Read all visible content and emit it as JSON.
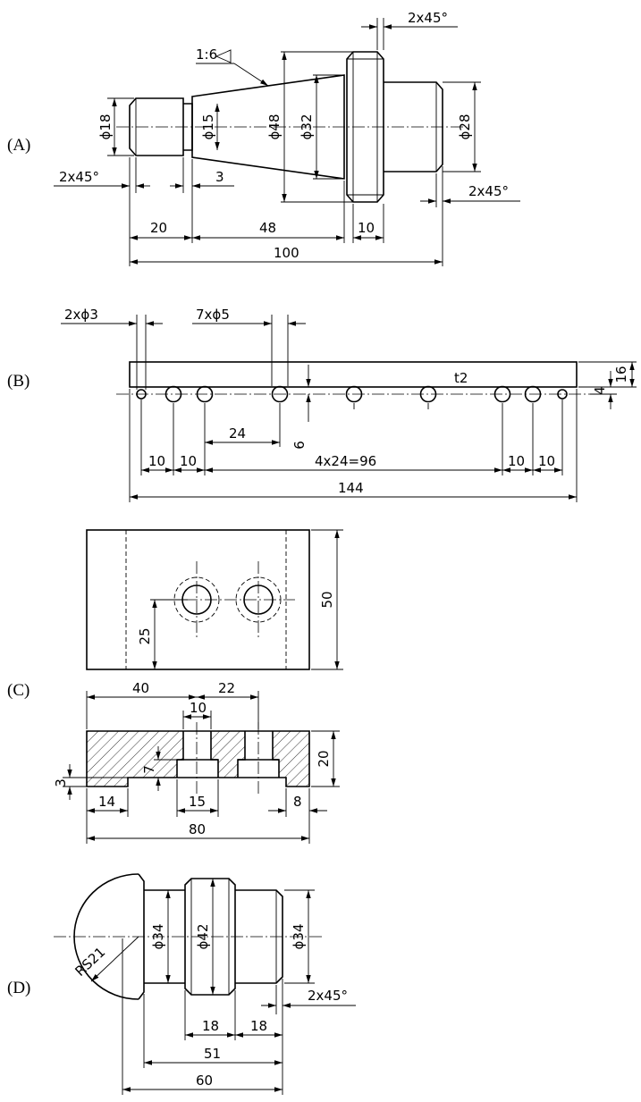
{
  "figures": [
    {
      "id": "A",
      "label": "(A)",
      "dims": {
        "chamfer_top": "2x45°",
        "taper": "1:6",
        "d18": "ϕ18",
        "d15": "ϕ15",
        "d48": "ϕ48",
        "d32": "ϕ32",
        "d28": "ϕ28",
        "chamfer_left": "2x45°",
        "chamfer_right": "2x45°",
        "len3": "3",
        "len20": "20",
        "len48": "48",
        "len10": "10",
        "len100": "100"
      }
    },
    {
      "id": "B",
      "label": "(B)",
      "dims": {
        "small_holes": "2xϕ3",
        "large_holes": "7xϕ5",
        "thickness": "t2",
        "height16": "16",
        "offset4": "4",
        "offset6": "6",
        "pitch24": "24",
        "a10": "10",
        "b10": "10",
        "chain": "4x24=96",
        "c10": "10",
        "d10": "10",
        "len144": "144"
      }
    },
    {
      "id": "C",
      "label": "(C)",
      "dims": {
        "h50": "50",
        "h25": "25",
        "w40": "40",
        "w22": "22",
        "w10": "10",
        "d7": "7",
        "h20": "20",
        "h3": "3",
        "w14": "14",
        "w15": "15",
        "w8": "8",
        "w80": "80"
      }
    },
    {
      "id": "D",
      "label": "(D)",
      "dims": {
        "radius": "RS21",
        "d34a": "ϕ34",
        "d42": "ϕ42",
        "d34b": "ϕ34",
        "chamfer": "2x45°",
        "w18a": "18",
        "w18b": "18",
        "w51": "51",
        "w60": "60"
      }
    }
  ]
}
